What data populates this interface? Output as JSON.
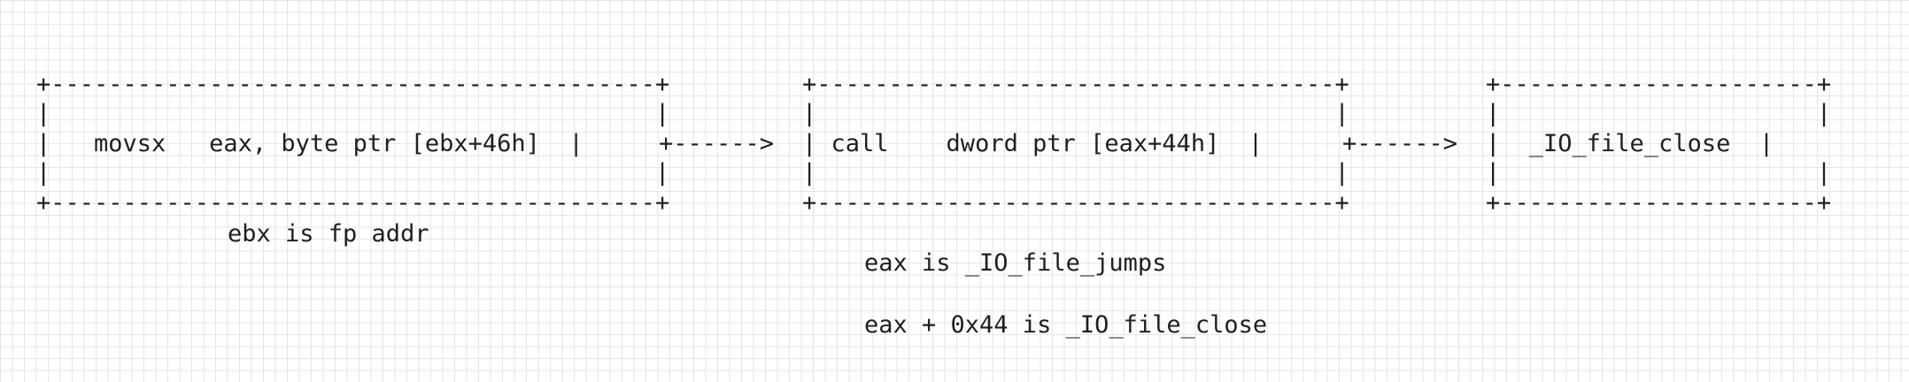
{
  "diagram": {
    "box1": {
      "border": "+------------------------------------------+",
      "blank": "|                                          |",
      "content": "|   movsx   eax, byte ptr [ebx+46h]  |",
      "note": "ebx is fp addr"
    },
    "arrow1": "+------>",
    "box2": {
      "border": "+------------------------------------+",
      "blank": "|                                    |",
      "content": "| call    dword ptr [eax+44h]  |",
      "notes": [
        "eax is _IO_file_jumps",
        "eax + 0x44 is _IO_file_close"
      ]
    },
    "arrow2": "+------>",
    "box3": {
      "border": "+----------------------+",
      "blank": "|                      |",
      "content": "|  _IO_file_close  |"
    }
  }
}
